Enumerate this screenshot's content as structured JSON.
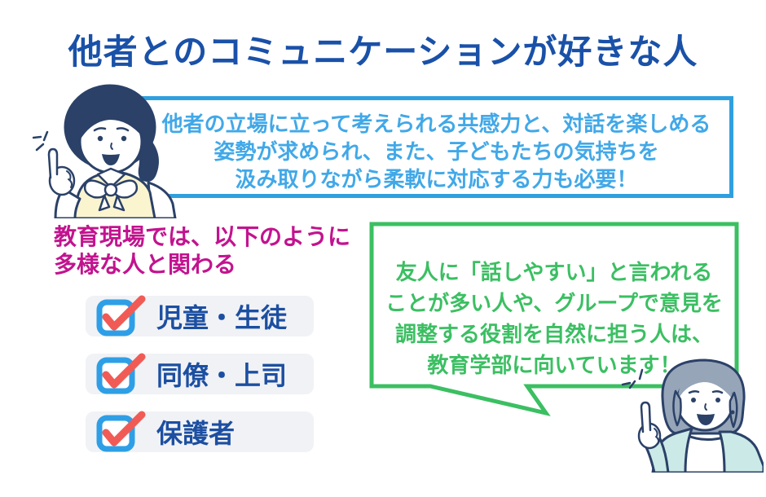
{
  "title": "他者とのコミュニケーションが好きな人",
  "callout": {
    "lines": [
      "他者の立場に立って考えられる共感力と、対話を楽しめる",
      "姿勢が求められ、また、子どもたちの気持ちを",
      "汲み取りながら柔軟に対応する力も必要！"
    ]
  },
  "context": {
    "lines": [
      "教育現場では、以下のように",
      "多様な人と関わる"
    ]
  },
  "checklist": {
    "items": [
      {
        "label": "児童・生徒",
        "checked": true
      },
      {
        "label": "同僚・上司",
        "checked": true
      },
      {
        "label": "保護者",
        "checked": true
      }
    ]
  },
  "speech_bubble": {
    "lines": [
      "友人に「話しやすい」と言われる",
      "ことが多い人や、グループで意見を",
      "調整する役割を自然に担う人は、",
      "教育学部に向いています！"
    ]
  },
  "illustrations": {
    "left": "woman-pointing-up",
    "right": "woman-pointing-up"
  },
  "colors": {
    "title_navy": "#1A51A8",
    "callout_border_blue": "#2FA0DF",
    "callout_text_blue": "#41A8E8",
    "context_magenta": "#C2138F",
    "checklist_label_navy": "#1C4FA1",
    "checklist_row_gray": "#F1F2F5",
    "checkbox_blue": "#2E9FE6",
    "checkmark_red": "#F15B55",
    "bubble_green": "#3BBF62",
    "illustration_navy": "#2B4168",
    "hair_gray_blue": "#96A5B8",
    "jacket_teal": "#CBE9E6",
    "vest_yellow": "#FAF4CF"
  }
}
